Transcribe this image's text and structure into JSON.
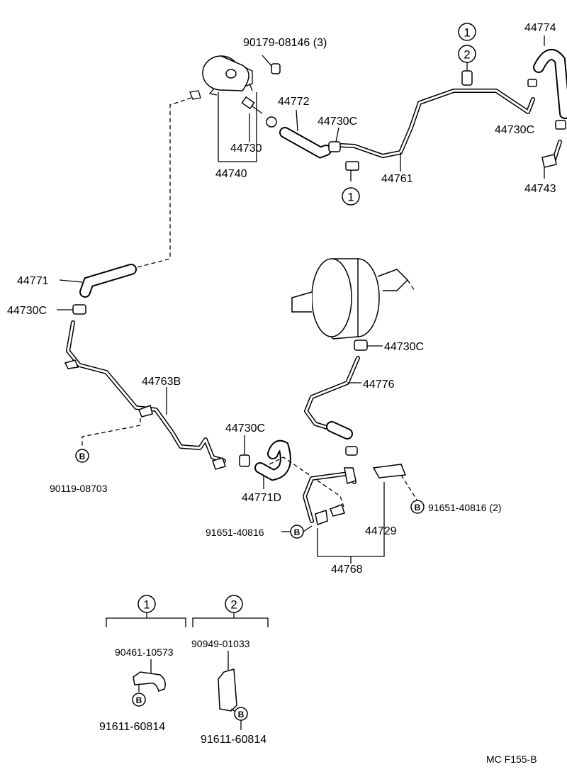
{
  "labels": {
    "p90179": "90179-08146 (3)",
    "p44774": "44774",
    "p44772": "44772",
    "p44730c_a": "44730C",
    "p44730c_b": "44730C",
    "p44730": "44730",
    "p44740": "44740",
    "p44761": "44761",
    "p44743": "44743",
    "p44771": "44771",
    "p44730c_c": "44730C",
    "p44763b": "44763B",
    "p44730c_d": "44730C",
    "p44776": "44776",
    "p44730c_e": "44730C",
    "p90119": "90119-08703",
    "p44771d": "44771D",
    "p91651_a": "91651-40816 (2)",
    "p91651_b": "91651-40816",
    "p44729": "44729",
    "p44768": "44768",
    "p90461": "90461-10573",
    "p90949": "90949-01033",
    "p91611_a": "91611-60814",
    "p91611_b": "91611-60814",
    "code": "MC F155-B"
  },
  "markers": {
    "one": "1",
    "two": "2",
    "b": "B"
  }
}
